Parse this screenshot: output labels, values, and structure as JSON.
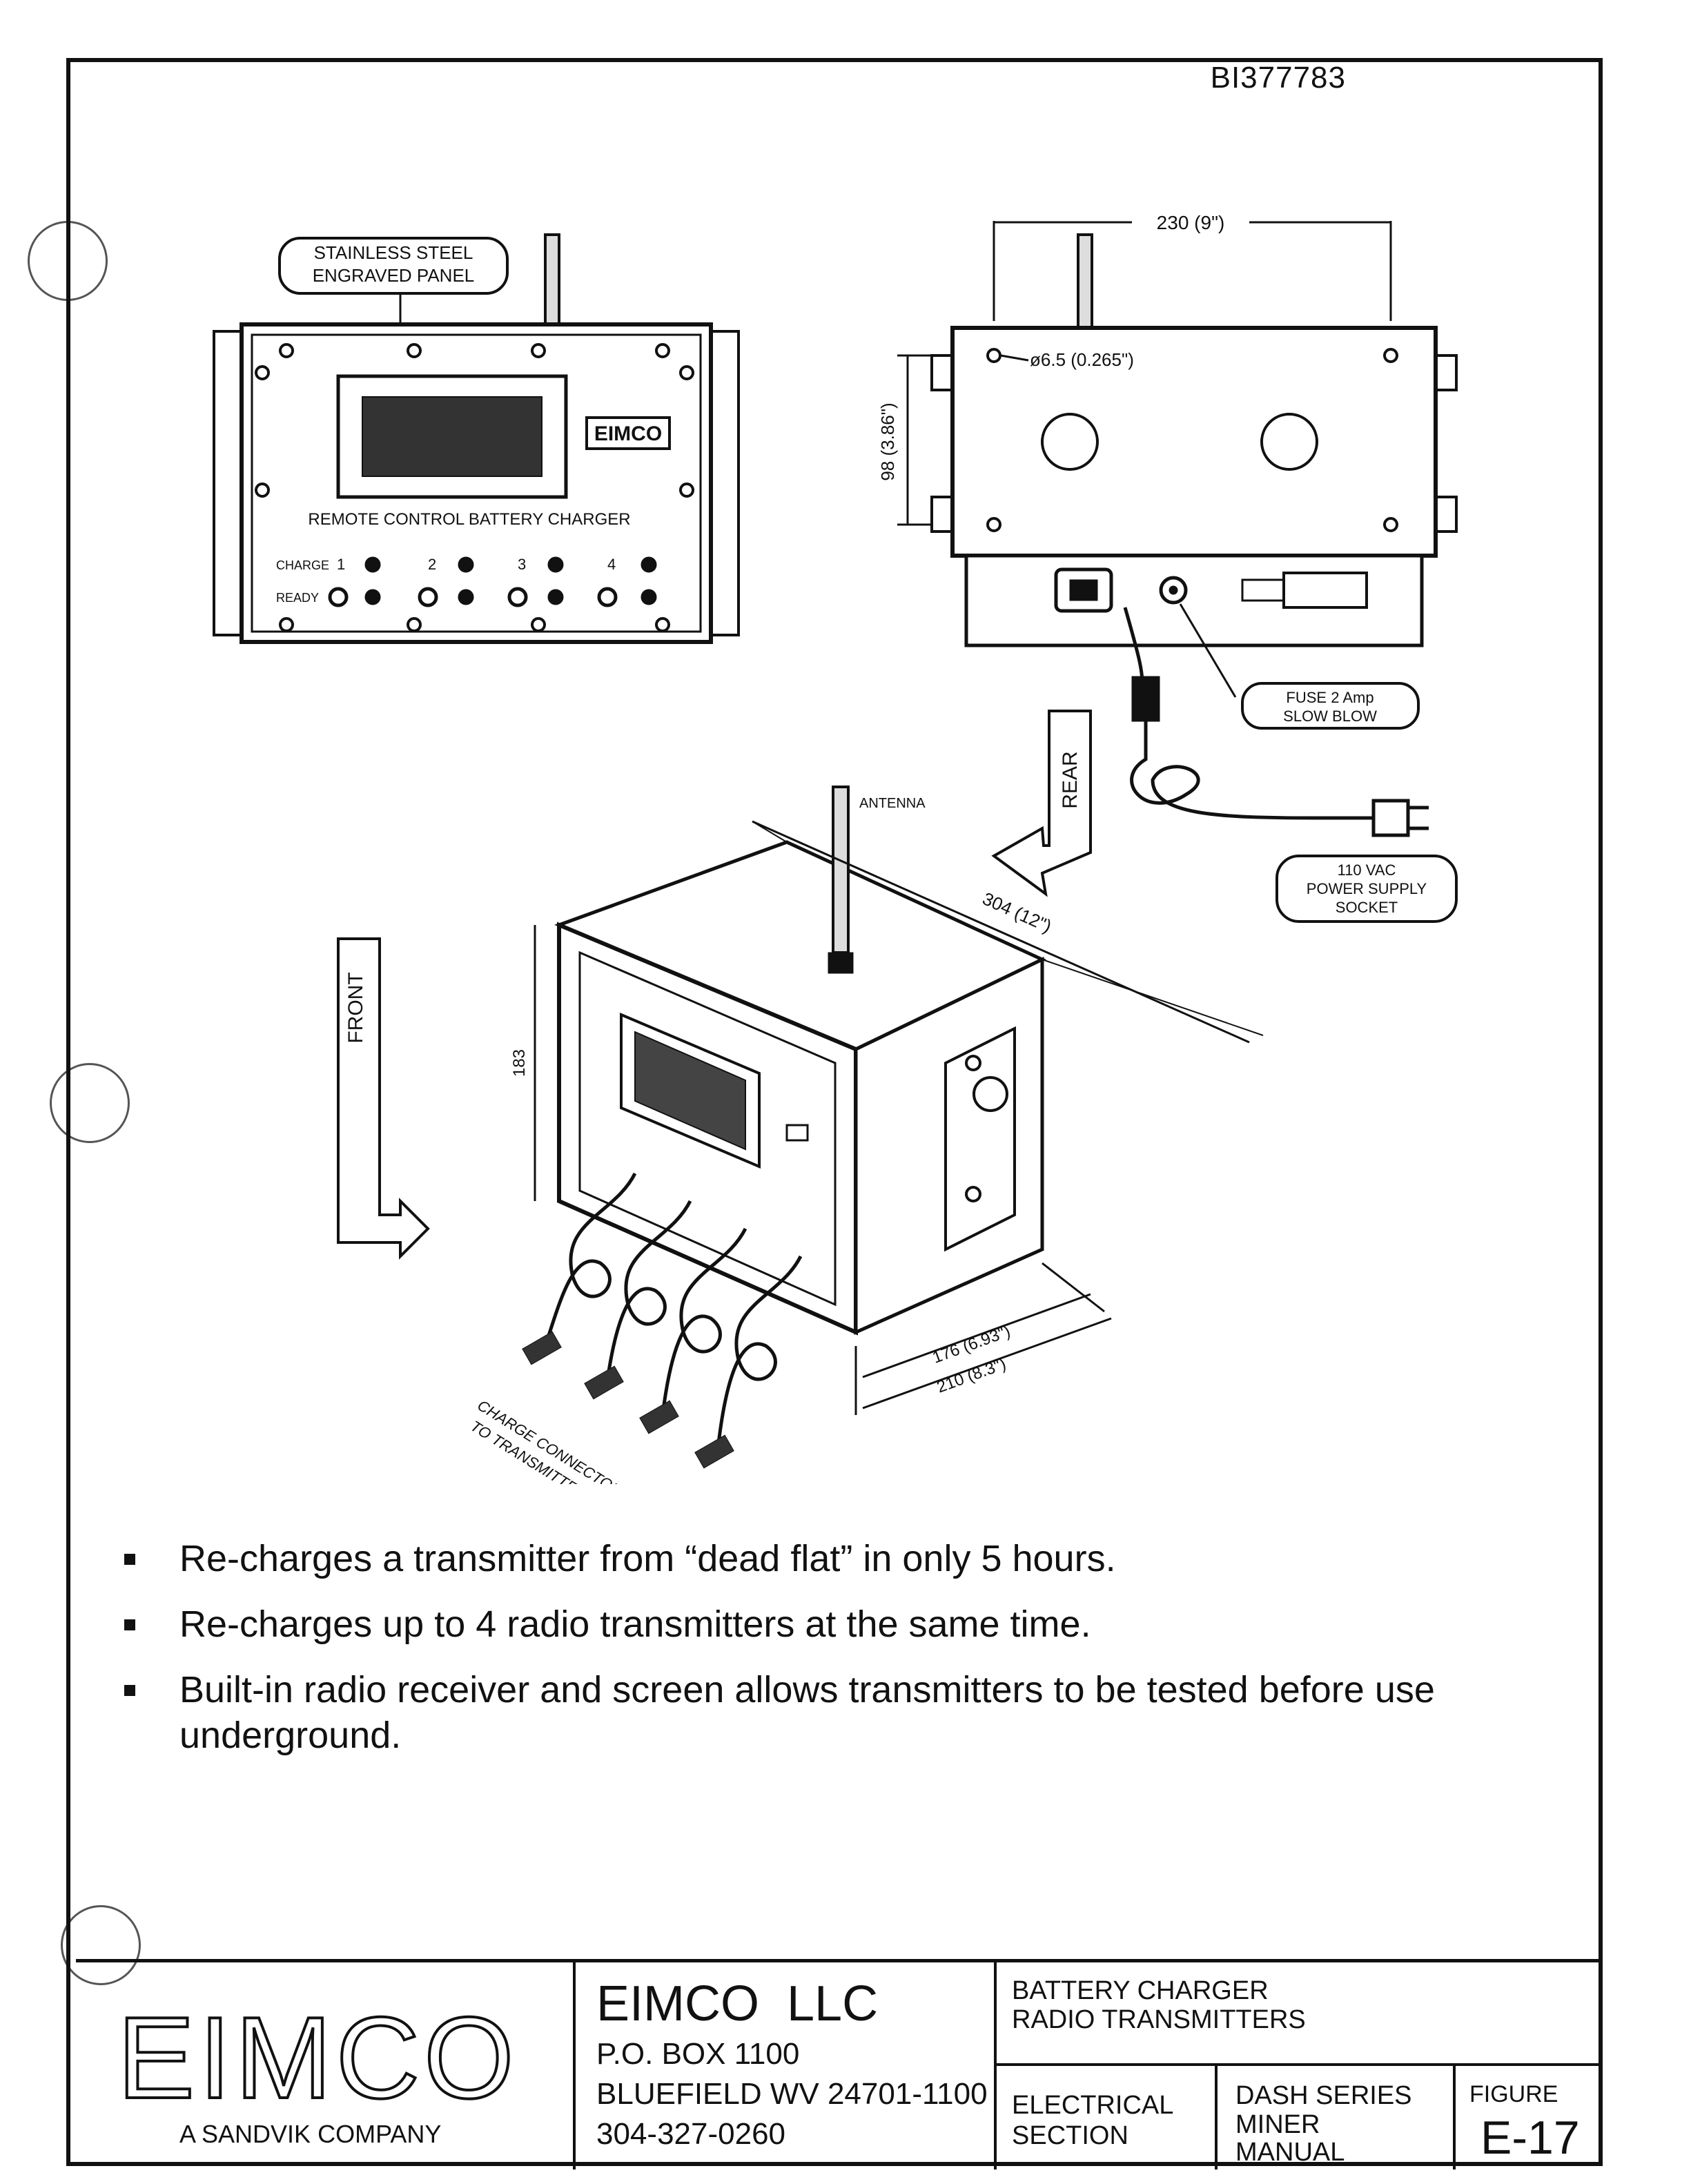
{
  "document_number": "BI377783",
  "drawing_labels": {
    "stainless_line1": "STAINLESS STEEL",
    "stainless_line2": "ENGRAVED PANEL",
    "brand": "EIMCO",
    "panel_title": "REMOTE CONTROL BATTERY CHARGER",
    "charge": "CHARGE",
    "ready": "READY",
    "slot1": "1",
    "slot2": "2",
    "slot3": "3",
    "slot4": "4",
    "width_dim": "230 (9\")",
    "hole_dim": "ø6.5 (0.265\")",
    "height_dim": "98 (3.86\")",
    "fuse_line1": "FUSE 2 Amp",
    "fuse_line2": "SLOW BLOW",
    "power_line1": "110 VAC",
    "power_line2": "POWER SUPPLY",
    "power_line3": "SOCKET",
    "antenna": "ANTENNA",
    "rear": "REAR",
    "front": "FRONT",
    "depth_dim": "304 (12\")",
    "box_height": "183",
    "dim_176": "176 (6.93\")",
    "dim_210": "210 (8.3\")",
    "connector_line1": "CHARGE CONNECTOR",
    "connector_line2": "TO TRANSMITTERS"
  },
  "bullets": [
    "Re-charges a transmitter from “dead flat” in only 5 hours.",
    "Re-charges up to 4 radio transmitters at the same time.",
    "Built-in radio receiver and screen allows transmitters to be tested before use underground."
  ],
  "title_block": {
    "logo_text": "EIMCO",
    "tagline": "A SANDVIK COMPANY",
    "company": "EIMCO  LLC",
    "po_box": "P.O. BOX 1100",
    "city": "BLUEFIELD WV 24701-1100",
    "phone": "304-327-0260",
    "title_line1": "BATTERY CHARGER",
    "title_line2": "RADIO TRANSMITTERS",
    "section_line1": "ELECTRICAL",
    "section_line2": "SECTION",
    "manual_line1": "DASH SERIES",
    "manual_line2": "MINER",
    "manual_line3": "MANUAL",
    "figure_label": "FIGURE",
    "figure_number": "E-17"
  }
}
